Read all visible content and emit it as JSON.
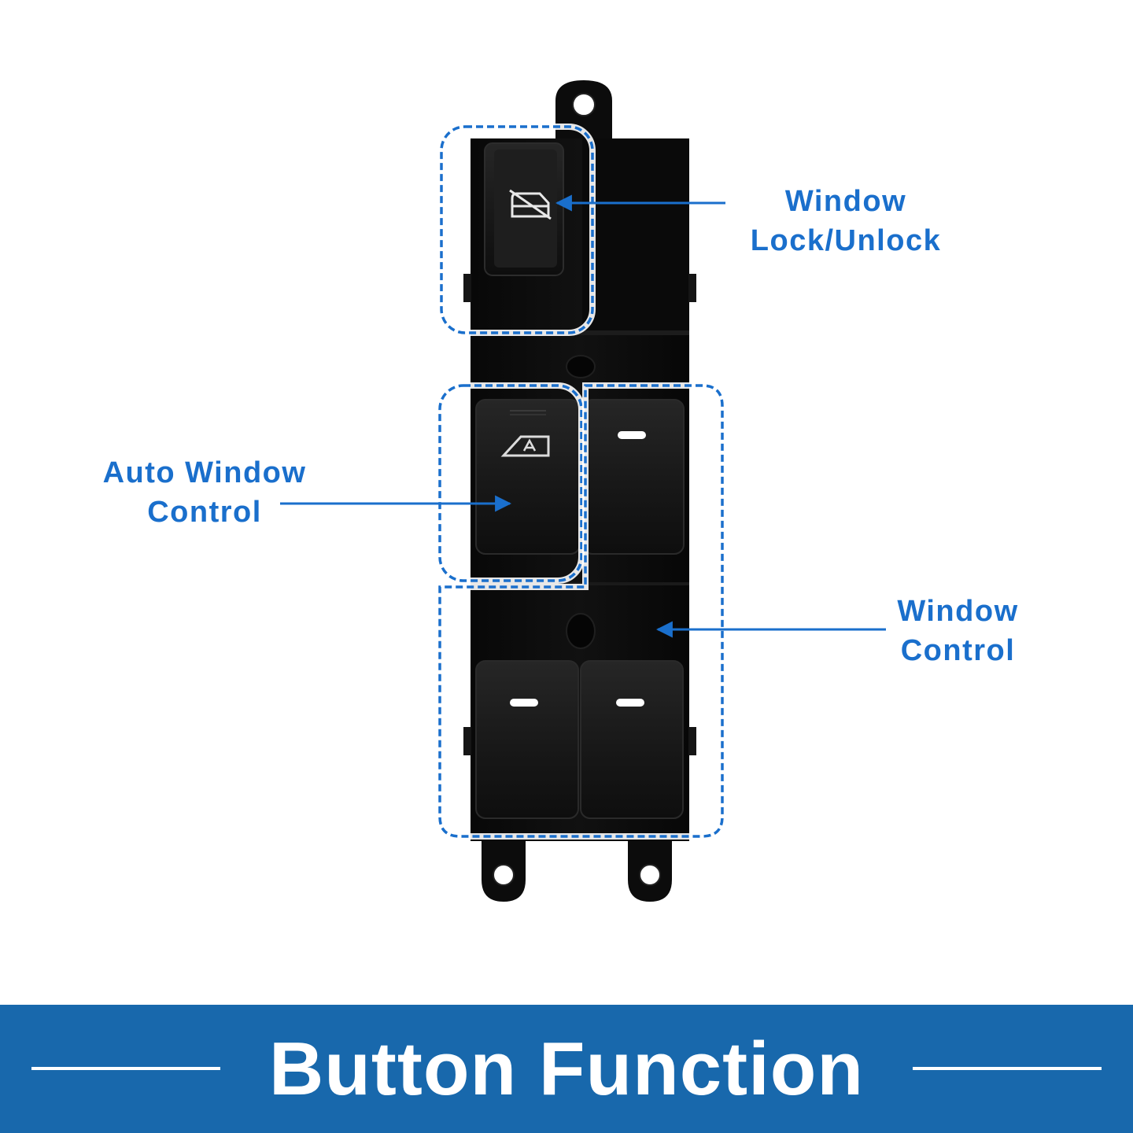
{
  "colors": {
    "accent": "#1a6fcc",
    "footer_band": "#1868ac",
    "switch_body": "#0c0c0c",
    "button_face": "#1a1a1a",
    "indicator_light": "#ffffff"
  },
  "callouts": {
    "lock": {
      "lines": [
        "Window",
        "Lock/Unlock"
      ]
    },
    "auto": {
      "lines": [
        "Auto Window",
        "Control"
      ]
    },
    "window": {
      "lines": [
        "Window",
        "Control"
      ]
    }
  },
  "icons": {
    "lock_button": "window-lock-icon",
    "auto_button": "auto-window-icon",
    "window_buttons": "indicator-light-icon"
  },
  "footer": {
    "title": "Button Function"
  }
}
